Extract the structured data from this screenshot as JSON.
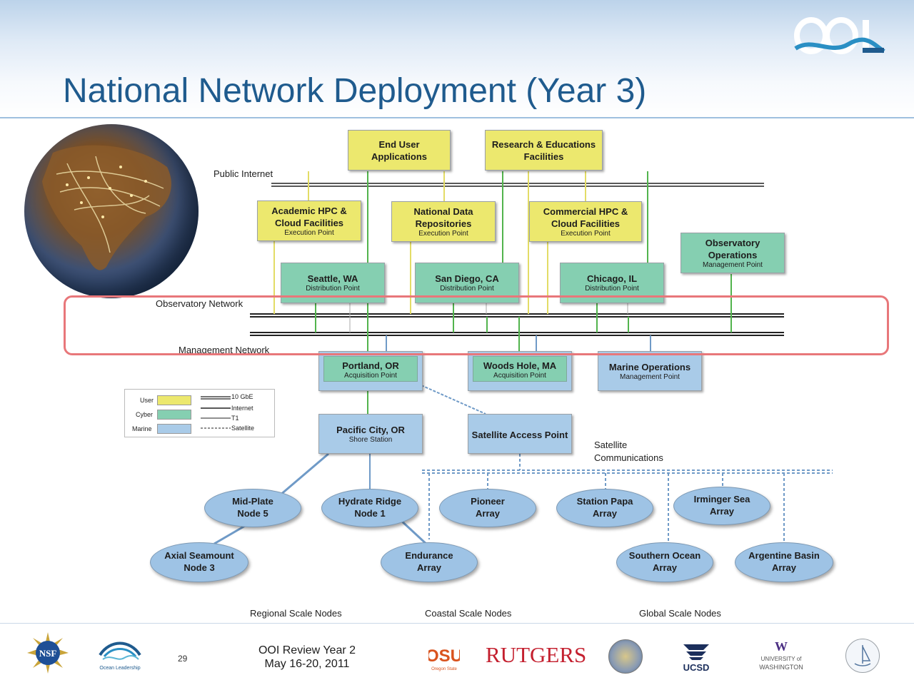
{
  "title": "National Network Deployment (Year 3)",
  "logo_text": "OOI",
  "networks": {
    "public_internet": "Public Internet",
    "observatory_network": "Observatory Network",
    "management_network": "Management Network"
  },
  "boxes": {
    "end_user": {
      "line1": "End User",
      "line2": "Applications"
    },
    "research": {
      "line1": "Research & Educations",
      "line2": "Facilities"
    },
    "academic": {
      "line1": "Academic HPC &",
      "line2": "Cloud Facilities",
      "sub": "Execution Point"
    },
    "national": {
      "line1": "National Data",
      "line2": "Repositories",
      "sub": "Execution Point"
    },
    "commercial": {
      "line1": "Commercial HPC &",
      "line2": "Cloud Facilities",
      "sub": "Execution Point"
    },
    "obs_ops": {
      "line1": "Observatory",
      "line2": "Operations",
      "sub": "Management Point"
    },
    "seattle": {
      "line1": "Seattle, WA",
      "sub": "Distribution Point"
    },
    "sandiego": {
      "line1": "San Diego, CA",
      "sub": "Distribution Point"
    },
    "chicago": {
      "line1": "Chicago, IL",
      "sub": "Distribution Point"
    },
    "portland": {
      "line1": "Portland, OR",
      "sub": "Acquisition Point"
    },
    "woodshole": {
      "line1": "Woods Hole, MA",
      "sub": "Acquisition Point"
    },
    "marineops": {
      "line1": "Marine Operations",
      "sub": "Management Point"
    },
    "pacificcity": {
      "line1": "Pacific City, OR",
      "sub": "Shore Station"
    },
    "satellite": {
      "line1": "Satellite Access Point"
    }
  },
  "satellite_comms": {
    "line1": "Satellite",
    "line2": "Communications"
  },
  "legend": {
    "categories": [
      {
        "label": "User",
        "color": "#ece86e"
      },
      {
        "label": "Cyber",
        "color": "#85cfb1"
      },
      {
        "label": "Marine",
        "color": "#a9cbe8"
      }
    ],
    "links": [
      "10 GbE",
      "Internet",
      "T1",
      "Satellite"
    ]
  },
  "nodes": {
    "midplate": {
      "line1": "Mid-Plate",
      "line2": "Node 5"
    },
    "hydrate": {
      "line1": "Hydrate Ridge",
      "line2": "Node 1"
    },
    "pioneer": {
      "line1": "Pioneer",
      "line2": "Array"
    },
    "stationpapa": {
      "line1": "Station Papa",
      "line2": "Array"
    },
    "irminger": {
      "line1": "Irminger Sea",
      "line2": "Array"
    },
    "axial": {
      "line1": "Axial Seamount",
      "line2": "Node 3"
    },
    "endurance": {
      "line1": "Endurance",
      "line2": "Array"
    },
    "southern": {
      "line1": "Southern Ocean",
      "line2": "Array"
    },
    "argentine": {
      "line1": "Argentine Basin",
      "line2": "Array"
    }
  },
  "scale_labels": {
    "regional": "Regional Scale Nodes",
    "coastal": "Coastal Scale Nodes",
    "global": "Global Scale Nodes"
  },
  "footer": {
    "page": "29",
    "line1": "OOI Review Year 2",
    "line2": "May 16-20, 2011",
    "logos": {
      "nsf": "NSF",
      "ocean_leadership": "Ocean Leadership",
      "osu": "OSU",
      "osu_sub": "Oregon State",
      "rutgers": "RUTGERS",
      "ucsd": "UCSD",
      "uw": "UNIVERSITY of WASHINGTON"
    }
  },
  "colors": {
    "title": "#1f5b8e",
    "user": "#ece86e",
    "cyber": "#85cfb1",
    "marine": "#a9cbe8",
    "highlight": "#e8777a"
  }
}
